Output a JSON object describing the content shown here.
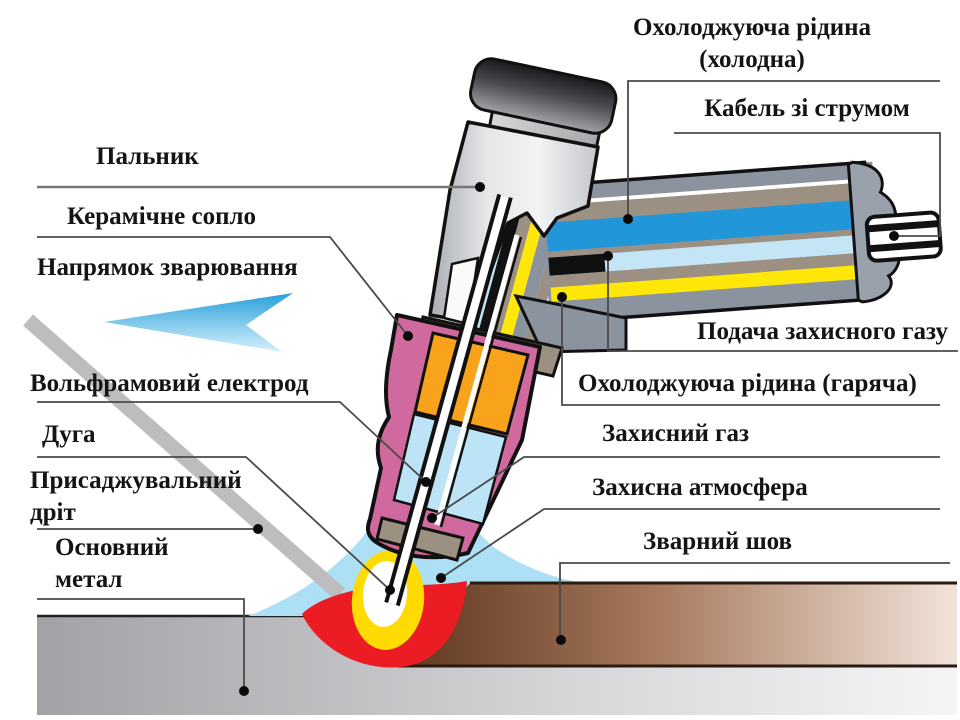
{
  "diagram": {
    "language": "Ukrainian",
    "subject": "TIG welding torch cross-section"
  },
  "labels": {
    "cooling_cold": "Охолоджуюча рідина (холодна)",
    "cable_current": "Кабель зі струмом",
    "torch": "Пальник",
    "ceramic_nozzle": "Керамічне сопло",
    "welding_direction": "Напрямок зварювання",
    "gas_supply": "Подача захисного газу",
    "cooling_hot": "Охолоджуюча рідина (гаряча)",
    "shielding_gas": "Захисний газ",
    "protective_atmosphere": "Захисна атмосфера",
    "weld_seam": "Зварний шов",
    "tungsten_electrode": "Вольфрамовий електрод",
    "arc": "Дуга",
    "filler_wire": "Присаджувальний дріт",
    "base_metal": "Основний метал"
  },
  "colors": {
    "nozzle_pink": "#D06A9E",
    "cable_blue": "#2196D8",
    "gas_channel_pale_blue": "#C3E5F6",
    "hot_liquid_yellow": "#FFE70A",
    "collet_orange": "#F9A21B",
    "weld_pool_red": "#EC1C24",
    "arc_yellow": "#FFDB00",
    "gas_cloud_blue": "#ADDFF5",
    "weld_seam_brown": "#7A4A30",
    "base_metal_gray": "#B0B0B3",
    "arrow_blue": "#2CA6DE",
    "text_color": "#141414"
  }
}
